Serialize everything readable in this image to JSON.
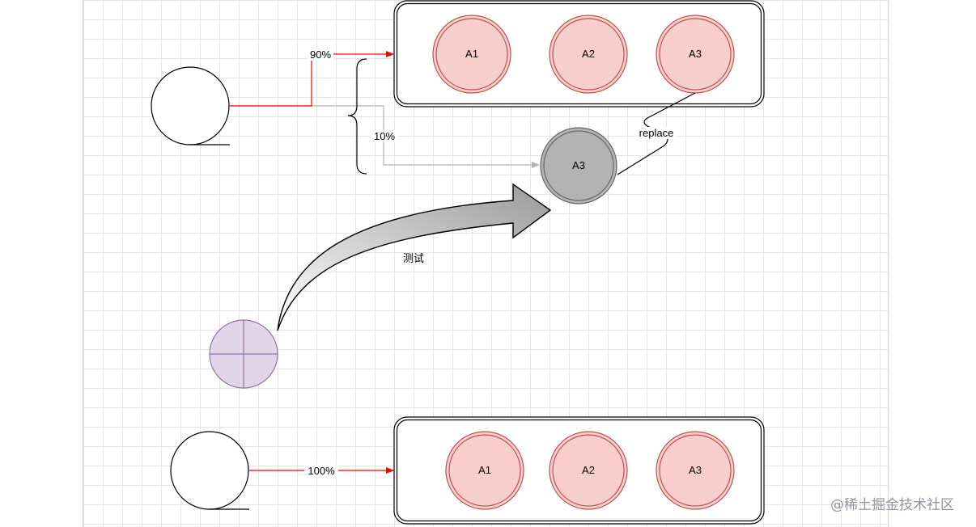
{
  "top_group": {
    "nodes": [
      "A1",
      "A2",
      "A3"
    ]
  },
  "split": {
    "primary_pct": "90%",
    "secondary_pct": "10%"
  },
  "replacement_node": {
    "label": "A3",
    "relation_label": "replace"
  },
  "curved_arrow_label": "测试",
  "bottom_group": {
    "nodes": [
      "A1",
      "A2",
      "A3"
    ],
    "flow_pct": "100%"
  },
  "watermark": "@稀土掘金技术社区",
  "colors": {
    "node_fill": "#f8cecc",
    "node_stroke": "#b85450",
    "primary_edge": "#ff0000",
    "secondary_edge": "#b3b3b3",
    "grey_node_fill": "#b3b3b3",
    "grey_node_stroke": "#666666",
    "purple_fill": "#e1d5e7",
    "purple_stroke": "#9673a6"
  },
  "icons": {
    "source_top": "tape-storage-icon",
    "source_bottom": "tape-storage-icon",
    "or_node": "summing-junction-icon"
  }
}
